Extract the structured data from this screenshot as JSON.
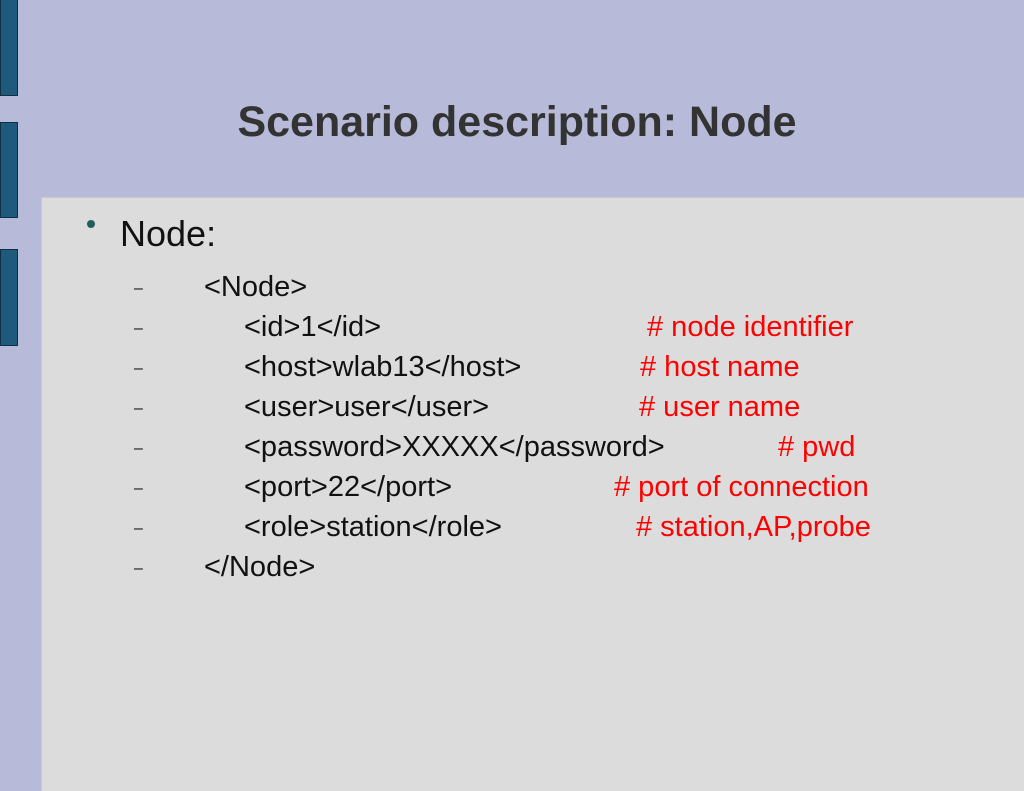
{
  "slide": {
    "title": "Scenario description: Node",
    "bullet": "Node:",
    "lines": [
      {
        "code": "<Node>",
        "comment": ""
      },
      {
        "code": "<id>1</id>",
        "comment": "# node identifier"
      },
      {
        "code": "<host>wlab13</host>",
        "comment": "# host name"
      },
      {
        "code": "<user>user</user>",
        "comment": "# user name"
      },
      {
        "code": "<password>XXXXX</password>",
        "comment": "# pwd"
      },
      {
        "code": "<port>22</port>",
        "comment": "# port of connection"
      },
      {
        "code": "<role>station</role>",
        "comment": "# station,AP,probe"
      },
      {
        "code": "</Node>",
        "comment": ""
      }
    ],
    "dash": "–"
  },
  "colors": {
    "background": "#b7bbd9",
    "content": "#dcdcdc",
    "side_bar": "#1e5a7c",
    "comment": "#ff0000",
    "title": "#333333"
  }
}
